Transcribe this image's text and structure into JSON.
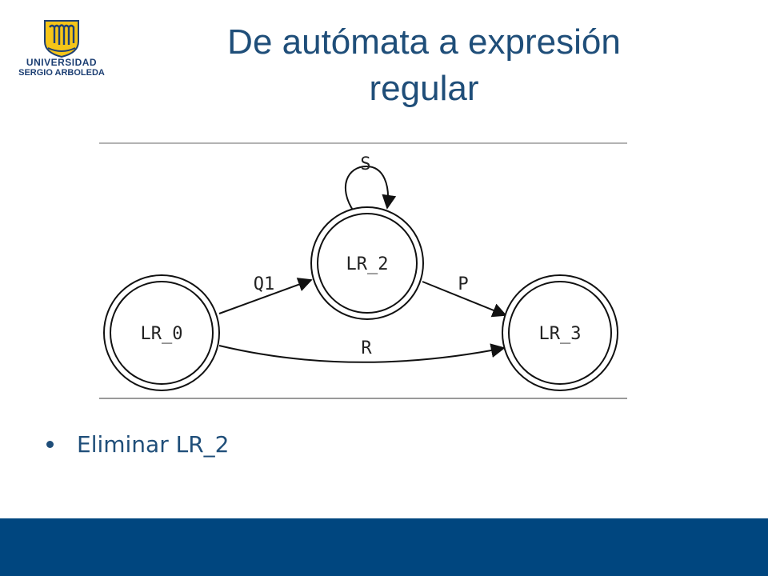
{
  "logo": {
    "line1": "UNIVERSIDAD",
    "line2": "SERGIO ARBOLEDA",
    "colors": {
      "shield": "#f5c518",
      "text": "#1d3f73"
    }
  },
  "title": {
    "line1": "De autómata a expresión",
    "line2": "regular"
  },
  "diagram": {
    "nodes": [
      {
        "id": "LR_0",
        "label": "LR_0"
      },
      {
        "id": "LR_2",
        "label": "LR_2"
      },
      {
        "id": "LR_3",
        "label": "LR_3"
      }
    ],
    "edges": [
      {
        "from": "LR_2",
        "to": "LR_2",
        "label": "S"
      },
      {
        "from": "LR_0",
        "to": "LR_2",
        "label": "Q1"
      },
      {
        "from": "LR_2",
        "to": "LR_3",
        "label": "P"
      },
      {
        "from": "LR_0",
        "to": "LR_3",
        "label": "R"
      }
    ]
  },
  "bullets": [
    {
      "text": "Eliminar LR_2"
    }
  ],
  "colors": {
    "title": "#1f4e79",
    "bullet": "#1f4e79",
    "footer": "#00467f"
  }
}
